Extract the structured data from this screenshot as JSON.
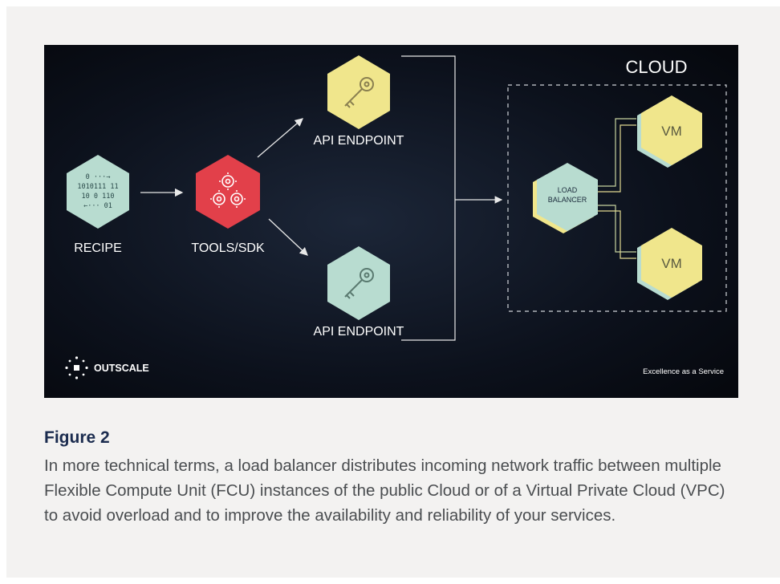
{
  "diagram": {
    "cloud_title": "CLOUD",
    "recipe_label": "RECIPE",
    "recipe_binary": [
      "0 ···→",
      "1010111  11",
      "10 0 110",
      "←··· 01"
    ],
    "tools_label": "TOOLS/SDK",
    "api_top_label": "API ENDPOINT",
    "api_bottom_label": "API ENDPOINT",
    "lb_line1": "LOAD",
    "lb_line2": "BALANCER",
    "vm_top_label": "VM",
    "vm_bottom_label": "VM",
    "logo_text": "OUTSCALE",
    "tagline": "Excellence as a Service",
    "icons": {
      "recipe": "binary-code-icon",
      "tools": "gears-icon",
      "api": "key-icon",
      "logo": "outscale-logo"
    },
    "colors": {
      "background_dark": "#080b14",
      "yellow_hex": "#f0e68c",
      "teal_hex": "#b8dcd0",
      "red_hex": "#e2404a"
    }
  },
  "caption": {
    "title": "Figure 2",
    "text": "In more technical terms, a load balancer distributes incoming network traffic between multiple Flexible Compute Unit (FCU) instances of the public Cloud or of a Virtual Private Cloud (VPC) to avoid overload and to improve the availability and reliability of your services."
  }
}
